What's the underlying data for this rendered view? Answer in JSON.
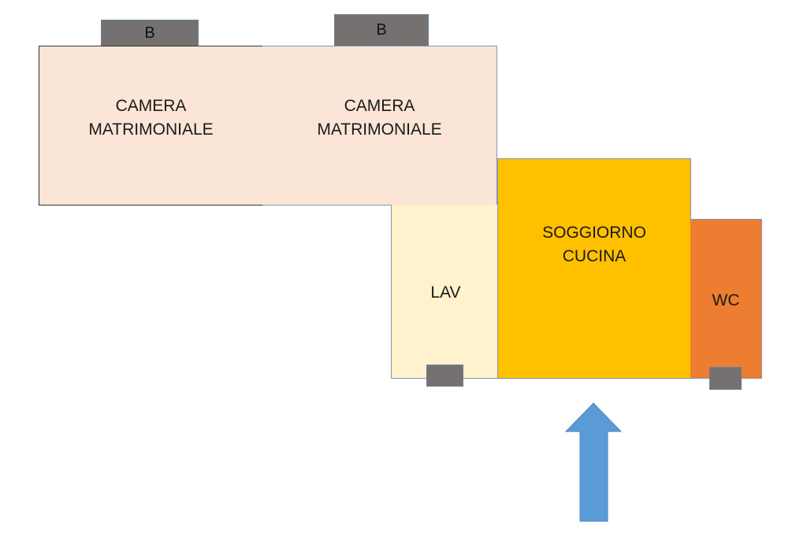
{
  "rooms": {
    "camera_1": {
      "label": "CAMERA\nMATRIMONIALE",
      "color": "#fbe5d6"
    },
    "camera_2": {
      "label": "CAMERA\nMATRIMONIALE",
      "color": "#fbe5d6"
    },
    "lav": {
      "label": "LAV",
      "color": "#fff2cc"
    },
    "soggiorno": {
      "label": "SOGGIORNO\nCUCINA",
      "color": "#ffc000"
    },
    "wc": {
      "label": "WC",
      "color": "#ed7d31"
    }
  },
  "balconies": [
    {
      "label": "B"
    },
    {
      "label": "B"
    }
  ],
  "entrance_arrow": {
    "color": "#5b9bd5"
  }
}
